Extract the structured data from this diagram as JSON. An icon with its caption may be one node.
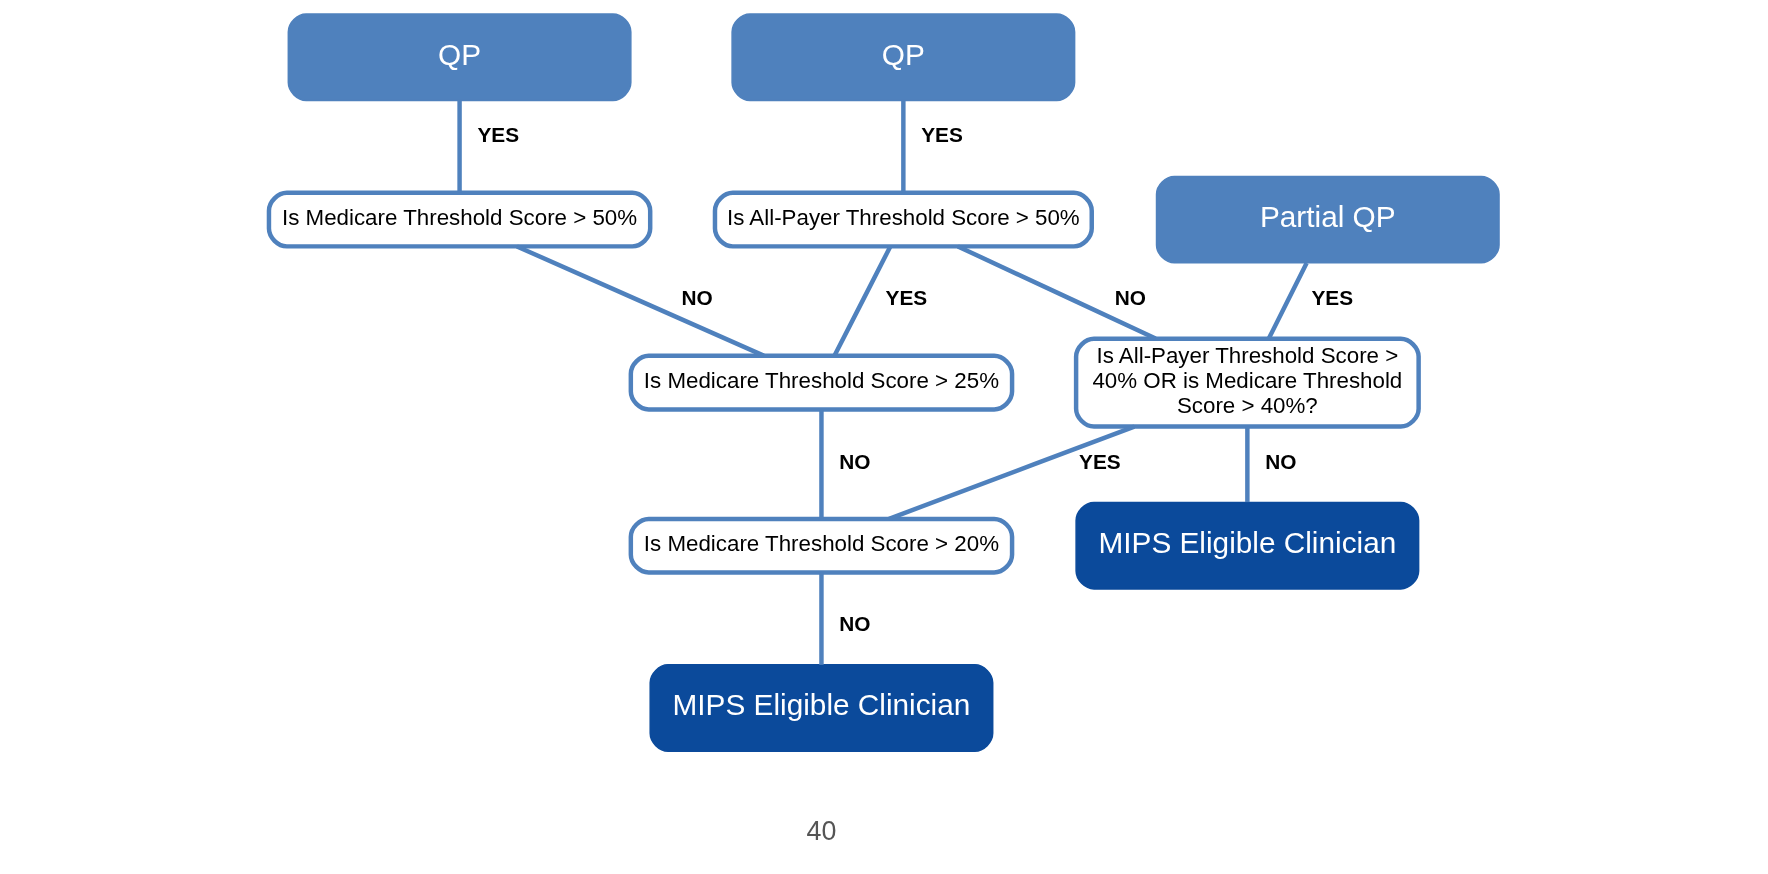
{
  "diagram": {
    "nodes": [
      {
        "text": [
          "QP"
        ]
      },
      {
        "text": [
          "QP"
        ]
      },
      {
        "text": [
          "Is Medicare Threshold Score > 50%"
        ]
      },
      {
        "text": [
          "Is All-Payer Threshold Score > 50%"
        ]
      },
      {
        "text": [
          "Partial QP"
        ]
      },
      {
        "text": [
          "Is Medicare Threshold Score > 25%"
        ]
      },
      {
        "text": [
          "Is All-Payer Threshold Score > 40% OR is Medicare Threshold Score > 40%?"
        ]
      },
      {
        "text": [
          "Is Medicare Threshold Score > 20%"
        ]
      },
      {
        "text": [
          "MIPS Eligible Clinician"
        ]
      },
      {
        "text": [
          "MIPS Eligible Clinician"
        ]
      }
    ],
    "edges": [
      {
        "from": 0,
        "to": 2,
        "arrow": "none",
        "label": "YES"
      },
      {
        "from": 2,
        "to": 5,
        "arrow": "none",
        "label": "NO"
      },
      {
        "from": 3,
        "to": 5,
        "arrow": "none",
        "label": "YES"
      },
      {
        "from": 5,
        "to": 7,
        "arrow": "none",
        "label": "NO"
      },
      {
        "from": 1,
        "to": 3,
        "arrow": "none",
        "label": "YES"
      },
      {
        "from": 3,
        "to": 6,
        "arrow": "none",
        "label": "NO"
      },
      {
        "from": 4,
        "to": 6,
        "arrow": "none",
        "label": "YES"
      },
      {
        "from": 6,
        "to": 8,
        "arrow": "none",
        "label": "NO"
      },
      {
        "from": 6,
        "to": 7,
        "arrow": "none",
        "label": "YES"
      },
      {
        "from": 7,
        "to": 9,
        "arrow": "none",
        "label": "NO"
      }
    ],
    "labels": [
      "40"
    ]
  }
}
